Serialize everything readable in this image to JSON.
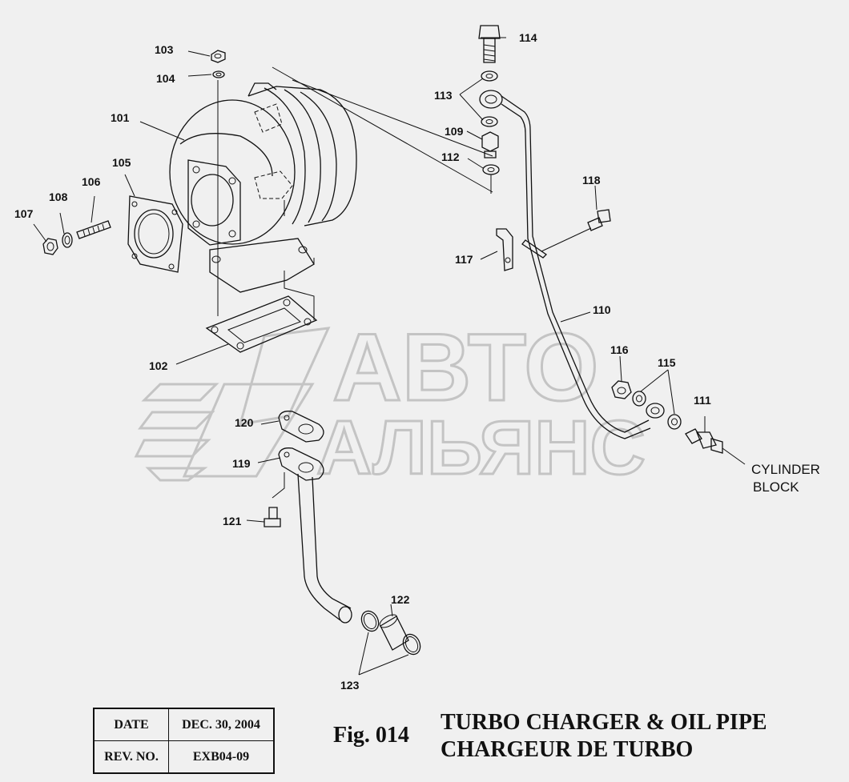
{
  "watermark": {
    "line1": "АВТО",
    "line2": "АЛЬЯНС"
  },
  "callouts": {
    "c101": "101",
    "c102": "102",
    "c103": "103",
    "c104": "104",
    "c105": "105",
    "c106": "106",
    "c107": "107",
    "c108": "108",
    "c109": "109",
    "c110": "110",
    "c111": "111",
    "c112": "112",
    "c113": "113",
    "c114": "114",
    "c115": "115",
    "c116": "116",
    "c117": "117",
    "c118": "118",
    "c119": "119",
    "c120": "120",
    "c121": "121",
    "c122": "122",
    "c123": "123"
  },
  "note": {
    "line1": "CYLINDER",
    "line2": "BLOCK"
  },
  "info": {
    "date_label": "DATE",
    "date_value": "DEC. 30, 2004",
    "rev_label": "REV. NO.",
    "rev_value": "EXB04-09"
  },
  "figure": {
    "label": "Fig. 014",
    "title_en": "TURBO CHARGER & OIL PIPE",
    "title_fr": "CHARGEUR DE TURBO"
  }
}
